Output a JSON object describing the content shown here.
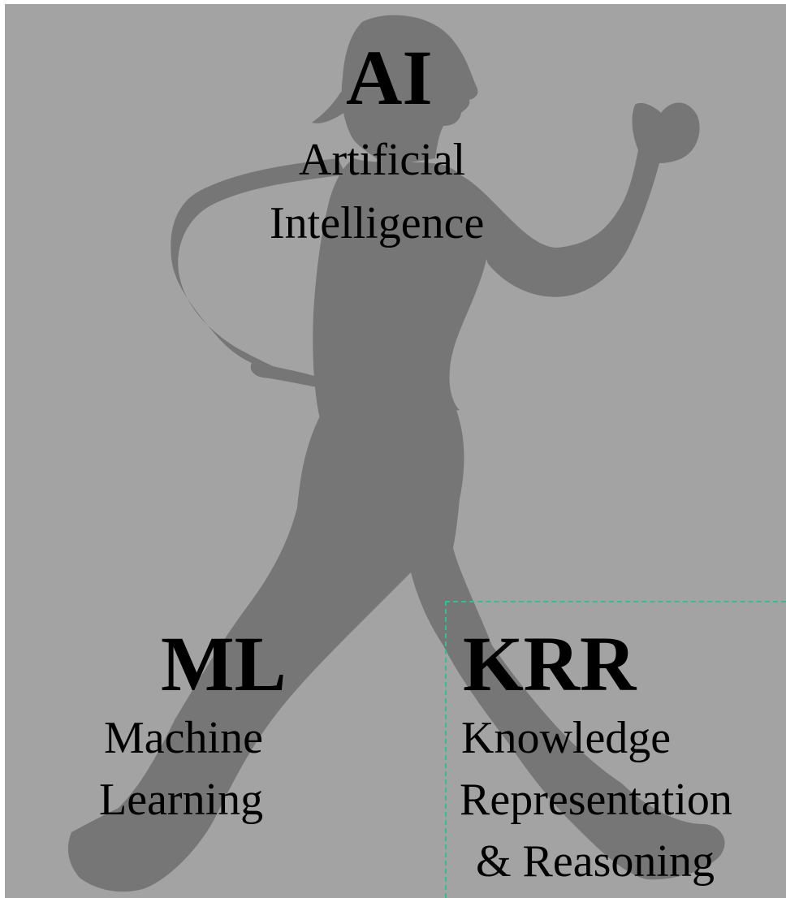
{
  "colors": {
    "background": "#a3a3a3",
    "silhouette": "#767676",
    "text": "#000000",
    "divider": "#2ec28f"
  },
  "background_image": "running-woman-silhouette",
  "ai": {
    "abbr": "AI",
    "line1": "Artificial",
    "line2": "Intelligence"
  },
  "ml": {
    "abbr": "ML",
    "line1": "Machine",
    "line2": "Learning"
  },
  "krr": {
    "abbr": "KRR",
    "line1": "Knowledge",
    "line2": "Representation",
    "line3": "& Reasoning"
  }
}
